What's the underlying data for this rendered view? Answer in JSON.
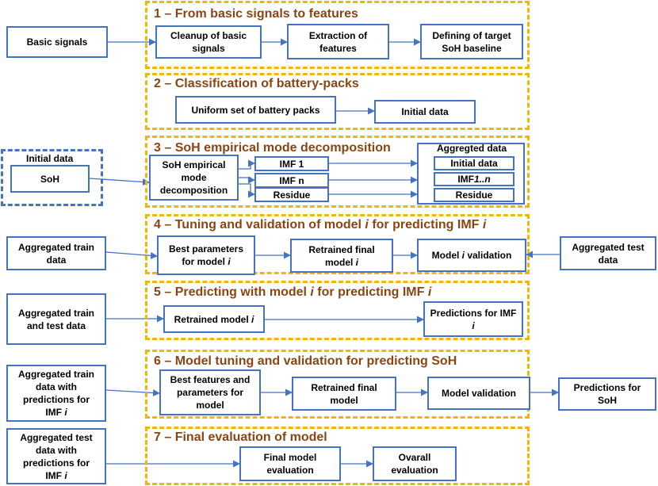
{
  "stages": [
    {
      "num": "1",
      "title": "From basic signals to features"
    },
    {
      "num": "2",
      "title": "Classification of battery-packs"
    },
    {
      "num": "3",
      "title": "SoH empirical mode decomposition"
    },
    {
      "num": "4",
      "title_pre": "Tuning and validation of model ",
      "title_var": "i",
      "title_mid": " for predicting IMF ",
      "title_var2": "i"
    },
    {
      "num": "5",
      "title_pre": "Predicting with model ",
      "title_var": "i",
      "title_mid": " for predicting IMF ",
      "title_var2": "i"
    },
    {
      "num": "6",
      "title": " Model tuning and validation for predicting SoH"
    },
    {
      "num": "7",
      "title": " Final evaluation of model"
    }
  ],
  "dash": "–",
  "boxes": {
    "basic_signals": "Basic signals",
    "cleanup": "Cleanup of basic\nsignals",
    "extraction": "Extraction of\nfeatures",
    "defining": "Defining of target\nSoH baseline",
    "uniform_set": "Uniform set of battery packs",
    "initial_data_2": "Initial data",
    "initial_data_group_label": "Initial data",
    "soh": "SoH",
    "soh_emd": "SoH empirical\nmode\ndecomposition",
    "imf_1": "IMF 1",
    "imf_n": "IMF n",
    "residue": "Residue",
    "aggregated_group_label": "Aggregted data",
    "agg_initial": "Initial data",
    "agg_imf_pre": "IMF ",
    "agg_imf_var": "1..n",
    "agg_residue": "Residue",
    "agg_train": "Aggregated train\ndata",
    "best_params_pre": "Best parameters\nfor model ",
    "best_params_var": "i",
    "retrained_final_pre": "Retrained final\nmodel ",
    "retrained_final_var": "i",
    "model_validation_pre": "Model ",
    "model_validation_var": "i",
    "model_validation_post": " validation",
    "agg_test": "Aggregated test\ndata",
    "agg_train_test": "Aggregated  train\nand test data",
    "retrained_model_pre": "Retrained model ",
    "retrained_model_var": "i",
    "predictions_imf_pre": "Predictions for IMF\n",
    "predictions_imf_var": "i",
    "agg_train_pred_pre": "Aggregated train\ndata with\npredictions for\nIMF ",
    "agg_train_pred_var": "i",
    "best_features": "Best features and\nparameters for\nmodel",
    "retrained_final_6": "Retrained final\nmodel",
    "model_validation_6": "Model validation",
    "predictions_soh": "Predictions for\nSoH",
    "agg_test_pred_pre": "Aggregated test\ndata with\npredictions for\nIMF ",
    "agg_test_pred_var": "i",
    "final_model_eval": "Final model\nevaluation",
    "overall_eval": "Ovarall\nevaluation"
  },
  "colors": {
    "stage_border": "#f2b705",
    "box_border": "#4472c4",
    "arrow": "#4472c4",
    "title": "#8b4513"
  }
}
